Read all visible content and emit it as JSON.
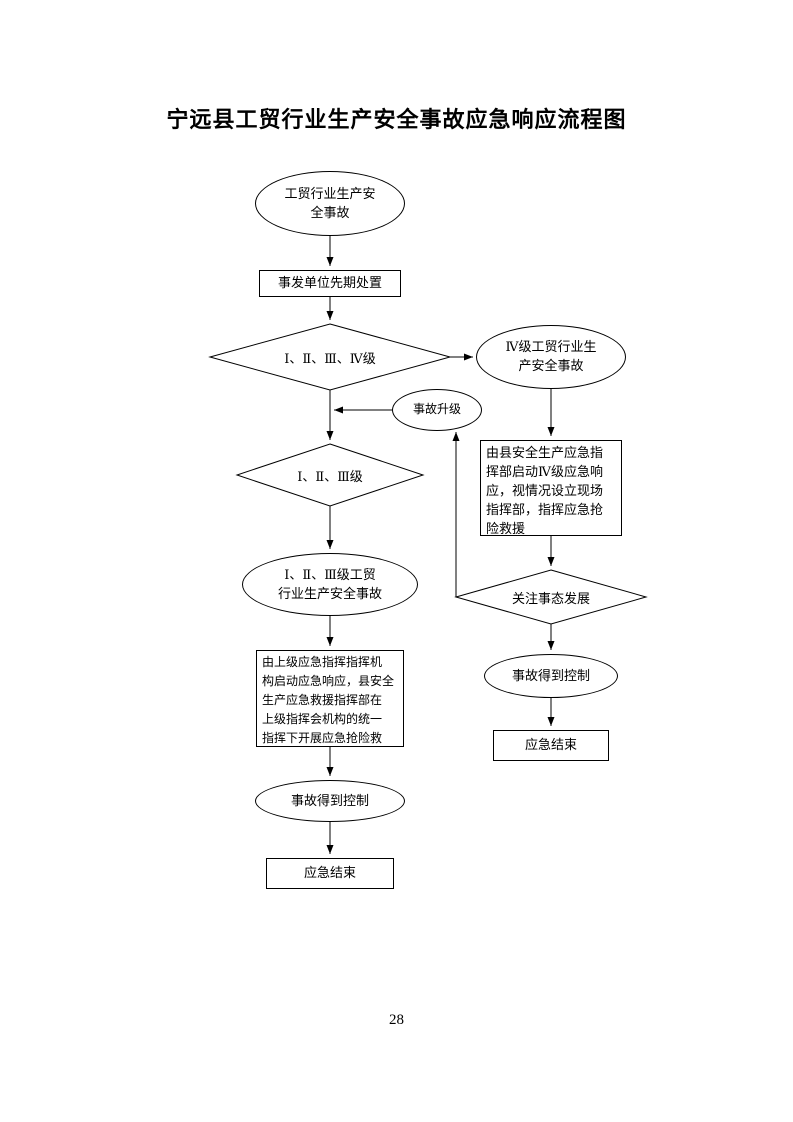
{
  "page": {
    "title": "宁远县工贸行业生产安全事故应急响应流程图",
    "page_number": "28"
  },
  "flowchart": {
    "nodes": {
      "start": {
        "label": "工贸行业生产安\n全事故"
      },
      "initial_response": {
        "label": "事发单位先期处置"
      },
      "level_decision_all": {
        "label": "Ⅰ、Ⅱ、Ⅲ、Ⅳ级"
      },
      "level4_event": {
        "label": "Ⅳ级工贸行业生\n产安全事故"
      },
      "escalation": {
        "label": "事故升级"
      },
      "level_decision_123": {
        "label": "Ⅰ、Ⅱ、Ⅲ级"
      },
      "level123_event": {
        "label": "Ⅰ、Ⅱ、Ⅲ级工贸\n行业生产安全事故"
      },
      "county_response": {
        "label": "由县安全生产应急指\n挥部启动Ⅳ级应急响\n应，视情况设立现场\n指挥部，指挥应急抢\n险救援"
      },
      "higher_response": {
        "label": "由上级应急指挥指挥机\n构启动应急响应，县安全\n生产应急救援指挥部在\n上级指挥会机构的统一\n指挥下开展应急抢险救"
      },
      "monitor": {
        "label": "关注事态发展"
      },
      "controlled_left": {
        "label": "事故得到控制"
      },
      "end_left": {
        "label": "应急结束"
      },
      "controlled_right": {
        "label": "事故得到控制"
      },
      "end_right": {
        "label": "应急结束"
      }
    }
  }
}
